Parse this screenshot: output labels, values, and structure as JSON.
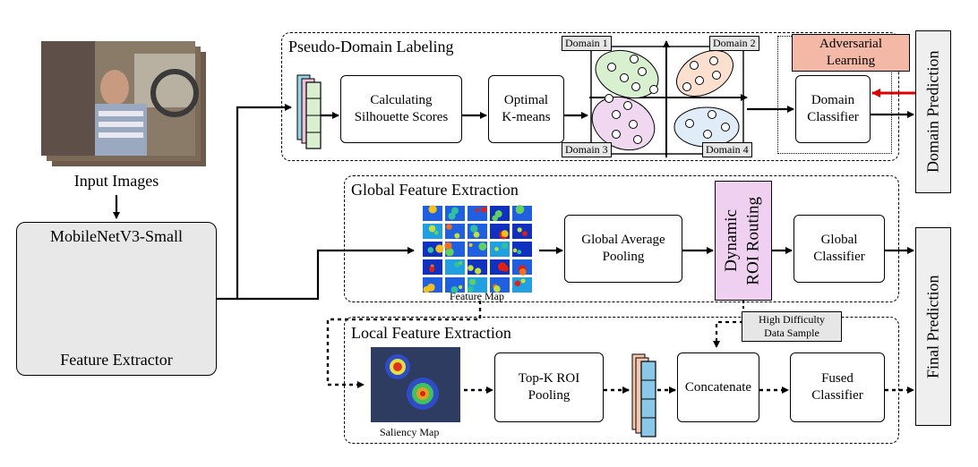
{
  "input": {
    "label": "Input Images"
  },
  "extractor": {
    "title": "MobileNetV3-Small",
    "subtitle": "Feature Extractor"
  },
  "pseudo": {
    "title": "Pseudo-Domain Labeling",
    "silhouette": "Calculating\nSilhouette Scores",
    "kmeans": "Optimal\nK-means",
    "domains": [
      "Domain 1",
      "Domain 2",
      "Domain 3",
      "Domain 4"
    ],
    "adversarial": "Adversarial\nLearning",
    "domain_classifier": "Domain\nClassifier"
  },
  "global": {
    "title": "Global Feature Extraction",
    "feature_map": "Feature Map",
    "gap": "Global Average\nPooling",
    "routing": "Dynamic\nROI Routing",
    "classifier": "Global\nClassifier"
  },
  "local": {
    "title": "Local Feature Extraction",
    "saliency": "Saliency Map",
    "topk": "Top-K ROI\nPooling",
    "concat": "Concatenate",
    "fused": "Fused\nClassifier",
    "hard_sample": "High Difficulty\nData Sample"
  },
  "outputs": {
    "domain_prediction": "Domain Prediction",
    "final_prediction": "Final Prediction"
  },
  "colors": {
    "adversarial_fill": "#f4b8a6",
    "routing_fill": "#f0d0f0",
    "stack_green": "#d8f0d0",
    "stack_blue": "#8ac8e8",
    "stack_orange": "#f4c8b0",
    "extractor_fill": "#e8e8e8",
    "reverse_arrow": "#e00000"
  }
}
